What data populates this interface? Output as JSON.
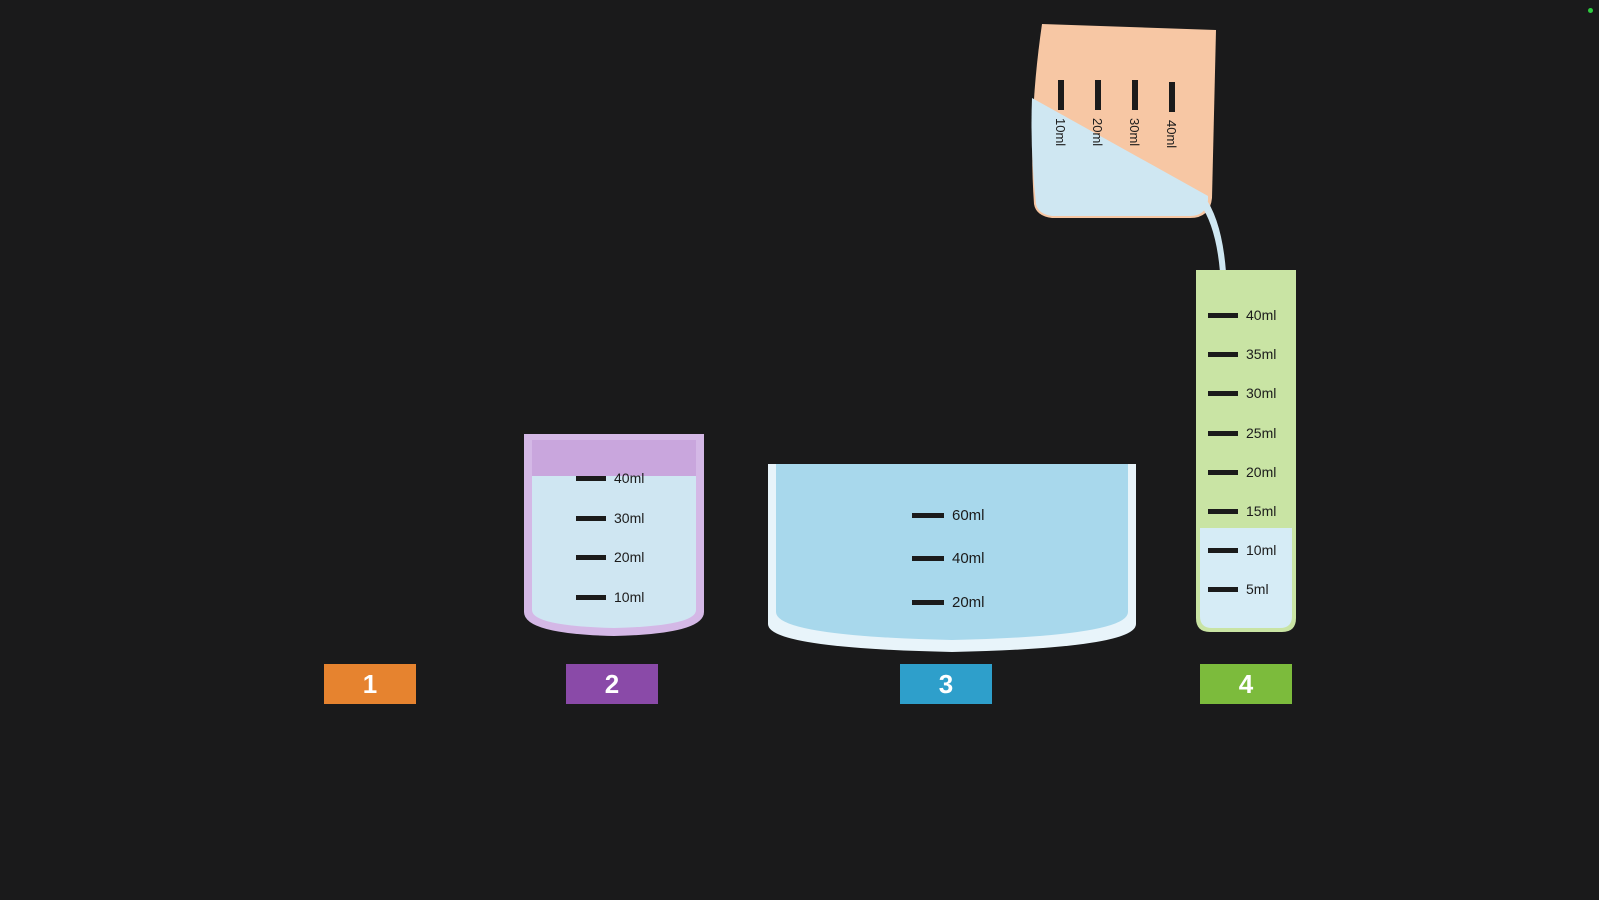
{
  "containers": {
    "pouring_cup": {
      "marks": [
        "10ml",
        "20ml",
        "30ml",
        "40ml"
      ],
      "color": "#f7c7a4"
    },
    "beaker": {
      "marks": [
        "40ml",
        "30ml",
        "20ml",
        "10ml"
      ],
      "color": "#d4b8e6",
      "fill_color": "#cfe6f2",
      "top_band_color": "#c9a6dd"
    },
    "basin": {
      "marks": [
        "60ml",
        "40ml",
        "20ml"
      ],
      "fill_color": "#a8d8ec",
      "rim_color": "#e8f4fa"
    },
    "cylinder": {
      "marks": [
        "40ml",
        "35ml",
        "30ml",
        "25ml",
        "20ml",
        "15ml",
        "10ml",
        "5ml"
      ],
      "color": "#c9e4a4",
      "fill_color": "#d6ecf6"
    }
  },
  "labels": [
    {
      "text": "1",
      "color": "#e6832f"
    },
    {
      "text": "2",
      "color": "#8a4aa8"
    },
    {
      "text": "3",
      "color": "#2e9fcb"
    },
    {
      "text": "4",
      "color": "#7cbb3c"
    }
  ],
  "water_color": "#cfe7f2",
  "tick_color": "#1b1b1b"
}
